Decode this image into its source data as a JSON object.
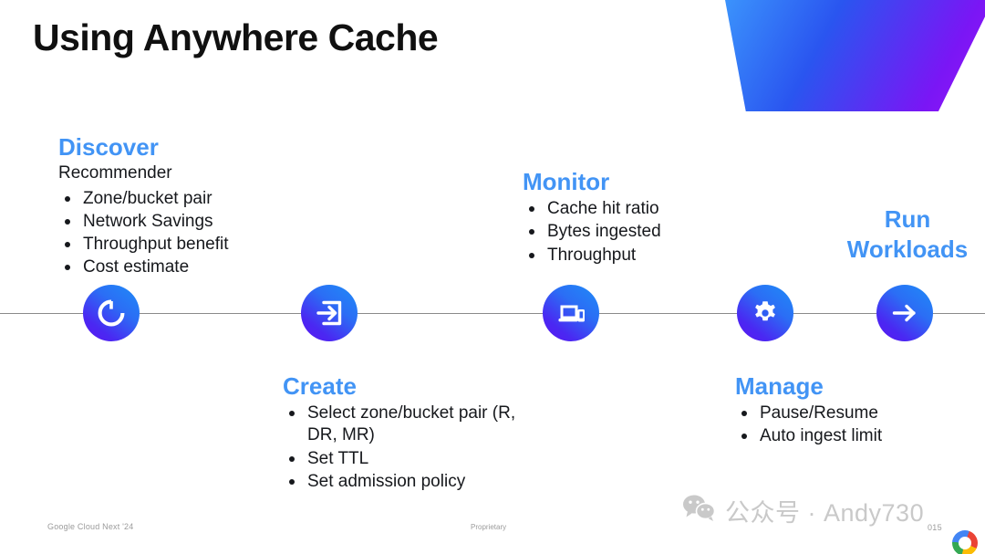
{
  "slide": {
    "title": "Using Anywhere Cache",
    "accent_blue": "#4294f5",
    "text_color": "#16181c",
    "node_gradient_from": "#1f8cf7",
    "node_gradient_to": "#5d16f0"
  },
  "timeline": {
    "nodes": [
      {
        "icon": "cache-ring-icon",
        "label_ref": "discover"
      },
      {
        "icon": "arrow-into-box-icon",
        "label_ref": "create"
      },
      {
        "icon": "devices-icon",
        "label_ref": "monitor"
      },
      {
        "icon": "gear-icon",
        "label_ref": "manage"
      },
      {
        "icon": "arrow-right-icon",
        "label_ref": "run"
      }
    ]
  },
  "sections": {
    "discover": {
      "heading": "Discover",
      "subheading": "Recommender",
      "bullets": [
        "Zone/bucket pair",
        "Network Savings",
        "Throughput benefit",
        "Cost estimate"
      ]
    },
    "create": {
      "heading": "Create",
      "bullets": [
        "Select zone/bucket pair (R, DR, MR)",
        "Set TTL",
        "Set admission policy"
      ]
    },
    "monitor": {
      "heading": "Monitor",
      "bullets": [
        "Cache hit ratio",
        "Bytes ingested",
        "Throughput"
      ]
    },
    "manage": {
      "heading": "Manage",
      "bullets": [
        "Pause/Resume",
        "Auto ingest limit"
      ]
    },
    "run": {
      "heading_line1": "Run",
      "heading_line2": "Workloads"
    }
  },
  "footer": {
    "left": "Google Cloud Next '24",
    "center": "Proprietary",
    "page_number": "015"
  },
  "watermark": {
    "text": "公众号 · Andy730",
    "icon": "wechat-icon"
  }
}
